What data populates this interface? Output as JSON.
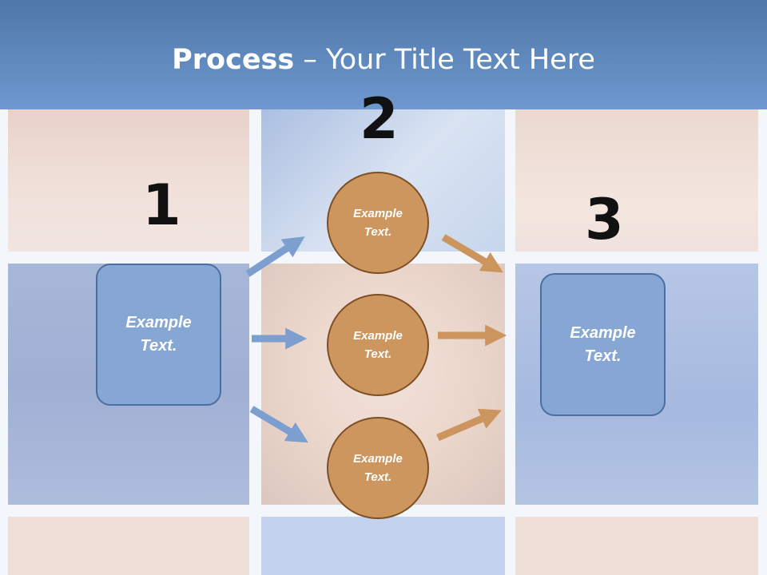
{
  "slide": {
    "title_bold": "Process",
    "title_rest": " – Your Title Text Here",
    "steps": [
      {
        "number": "1",
        "text_line1": "Example",
        "text_line2": "Text."
      },
      {
        "number": "2",
        "text_line1": "Example",
        "text_line2": "Text."
      },
      {
        "number": "3",
        "text_line1": "Example",
        "text_line2": "Text."
      }
    ],
    "circles": [
      {
        "line1": "Example",
        "line2": "Text."
      },
      {
        "line1": "Example",
        "line2": "Text."
      },
      {
        "line1": "Example",
        "line2": "Text."
      }
    ]
  },
  "colors": {
    "header": "#5c86bd",
    "box_fill": "#86a7d4",
    "circle_fill": "#cc965e",
    "blue_arrow": "#7c9fd0",
    "orange_arrow": "#cc955e"
  }
}
